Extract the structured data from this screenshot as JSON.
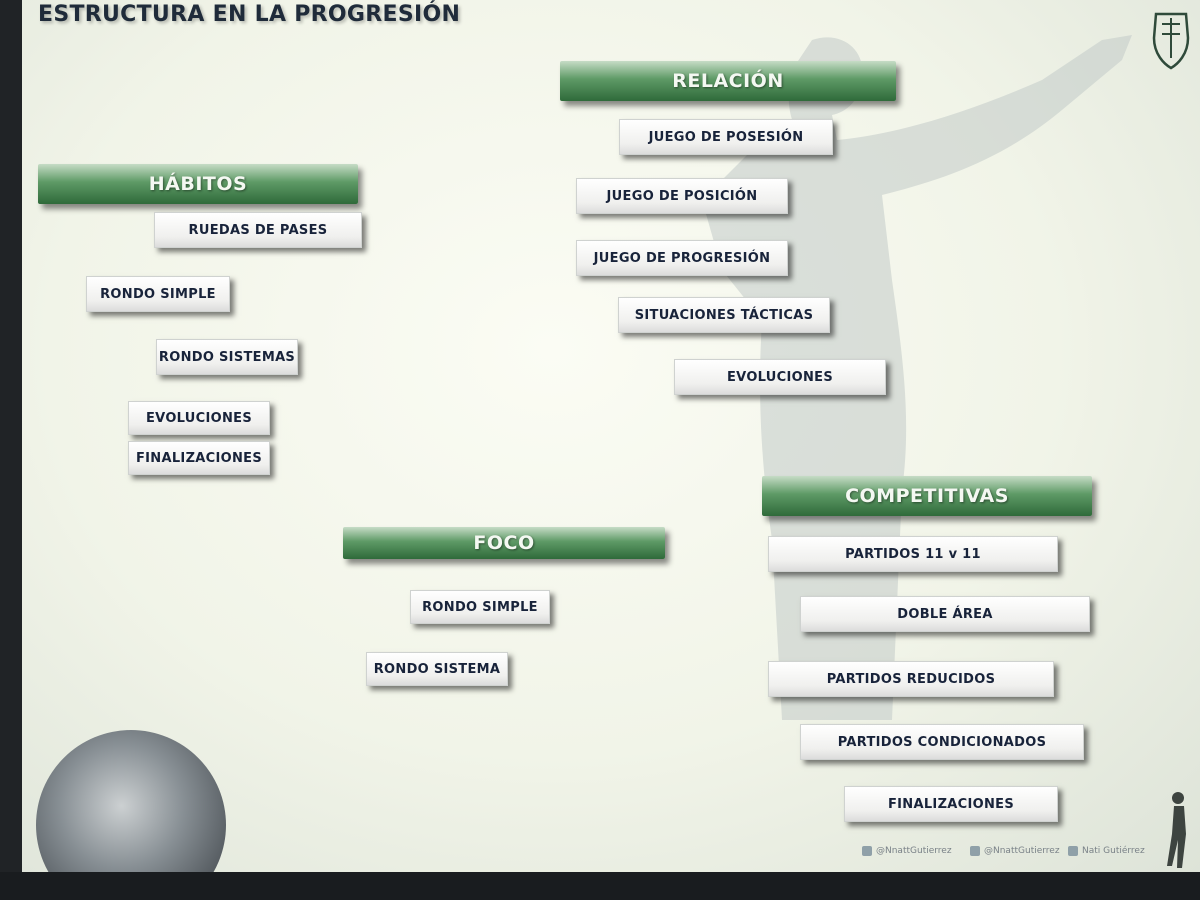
{
  "title": "ESTRUCTURA EN LA PROGRESIÓN",
  "sections": {
    "habitos": {
      "header": "HÁBITOS",
      "items": [
        "RUEDAS DE PASES",
        "RONDO SIMPLE",
        "RONDO SISTEMAS",
        "EVOLUCIONES",
        "FINALIZACIONES"
      ]
    },
    "relacion": {
      "header": "RELACIÓN",
      "items": [
        "JUEGO DE POSESIÓN",
        "JUEGO DE POSICIÓN",
        "JUEGO DE PROGRESIÓN",
        "SITUACIONES TÁCTICAS",
        "EVOLUCIONES"
      ]
    },
    "foco": {
      "header": "FOCO",
      "items": [
        "RONDO SIMPLE",
        "RONDO SISTEMA"
      ]
    },
    "competitivas": {
      "header": "COMPETITIVAS",
      "items": [
        "PARTIDOS 11 v 11",
        "DOBLE ÁREA",
        "PARTIDOS REDUCIDOS",
        "PARTIDOS CONDICIONADOS",
        "FINALIZACIONES"
      ]
    }
  },
  "footer": {
    "twitter": "@NnattGutierrez",
    "instagram": "@NnattGutierrez",
    "linkedin": "Nati Gutiérrez"
  },
  "icons": [
    "club-crest-icon",
    "twitter-icon",
    "instagram-icon",
    "linkedin-icon"
  ],
  "colors": {
    "header_green": "#2f6a3a",
    "text_navy": "#18233a"
  }
}
